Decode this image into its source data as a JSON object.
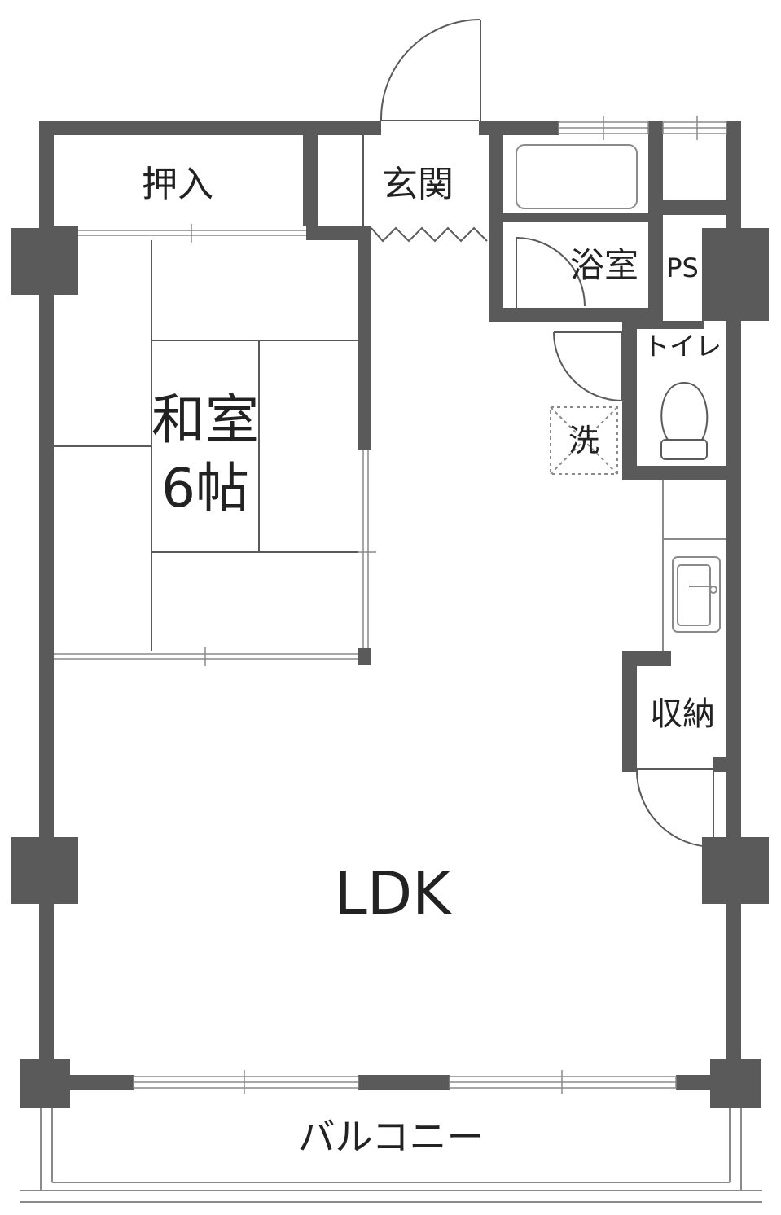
{
  "colors": {
    "wall": "#5a5a5a",
    "line": "#8a8a8a",
    "text": "#222222",
    "background": "#ffffff"
  },
  "rooms": {
    "closet": "押入",
    "entrance": "玄関",
    "japanese_room": "和室",
    "japanese_room_size": "6帖",
    "bathroom": "浴室",
    "pipe_space": "PS",
    "toilet": "トイレ",
    "washer": "洗",
    "storage": "収納",
    "ldk": "LDK",
    "balcony": "バルコニー"
  }
}
